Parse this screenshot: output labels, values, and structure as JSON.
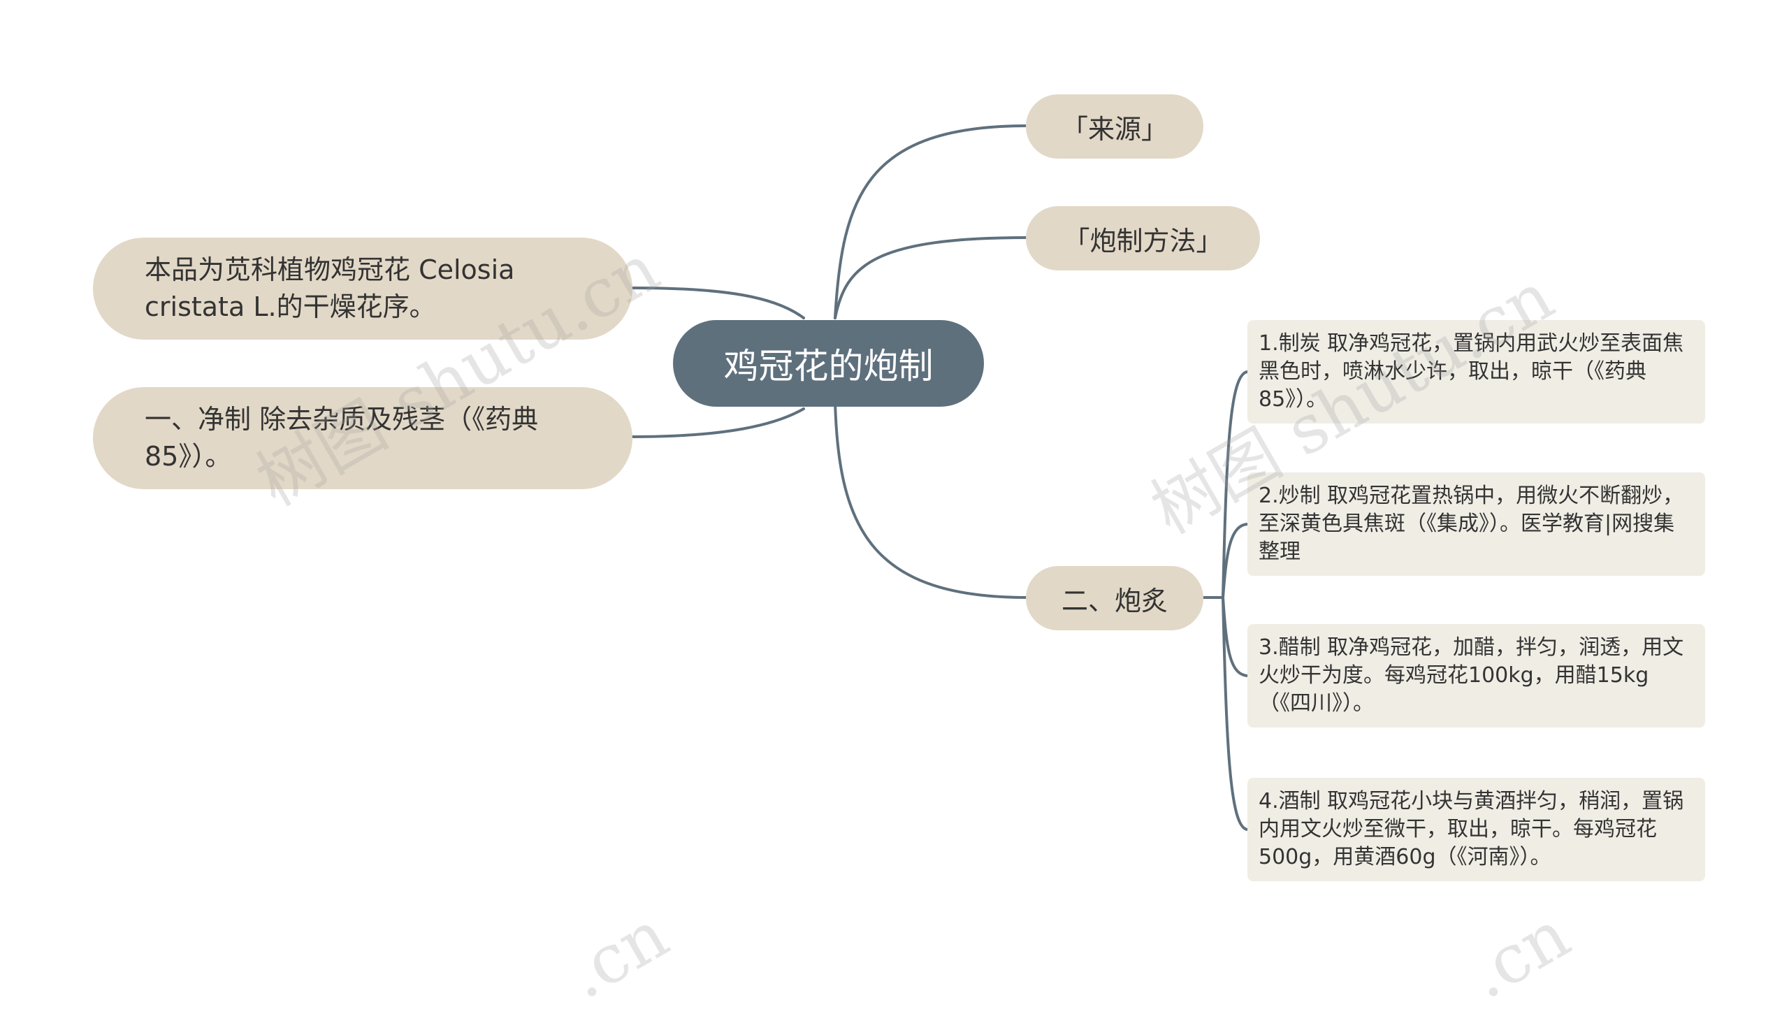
{
  "root": {
    "title": "鸡冠花的炮制"
  },
  "branches": {
    "source": {
      "label": "「来源」"
    },
    "method": {
      "label": "「炮制方法」"
    },
    "source_detail": {
      "text": "本品为苋科植物鸡冠花 Celosia cristata L.的干燥花序。"
    },
    "cleaning": {
      "text": "一、净制 除去杂质及残茎（《药典85》）。"
    },
    "processing": {
      "label": "二、炮炙"
    }
  },
  "processing_items": [
    {
      "text": "1.制炭 取净鸡冠花，置锅内用武火炒至表面焦黑色时，喷淋水少许，取出，晾干（《药典85》）。"
    },
    {
      "text": "2.炒制 取鸡冠花置热锅中，用微火不断翻炒，至深黄色具焦斑（《集成》）。医学教育|网搜集整理"
    },
    {
      "text": "3.醋制 取净鸡冠花，加醋，拌匀，润透，用文火炒干为度。每鸡冠花100kg，用醋15kg（《四川》）。"
    },
    {
      "text": "4.酒制 取鸡冠花小块与黄酒拌匀，稍润，置锅内用文火炒至微干，取出，晾干。每鸡冠花500g，用黄酒60g（《河南》）。"
    }
  ],
  "watermark": {
    "text": "树图 shutu.cn",
    "fragment": ".cn"
  },
  "colors": {
    "root": "#5f707d",
    "branch": "#e2d8c7",
    "card": "#f0ede5",
    "line": "#5f707d"
  }
}
